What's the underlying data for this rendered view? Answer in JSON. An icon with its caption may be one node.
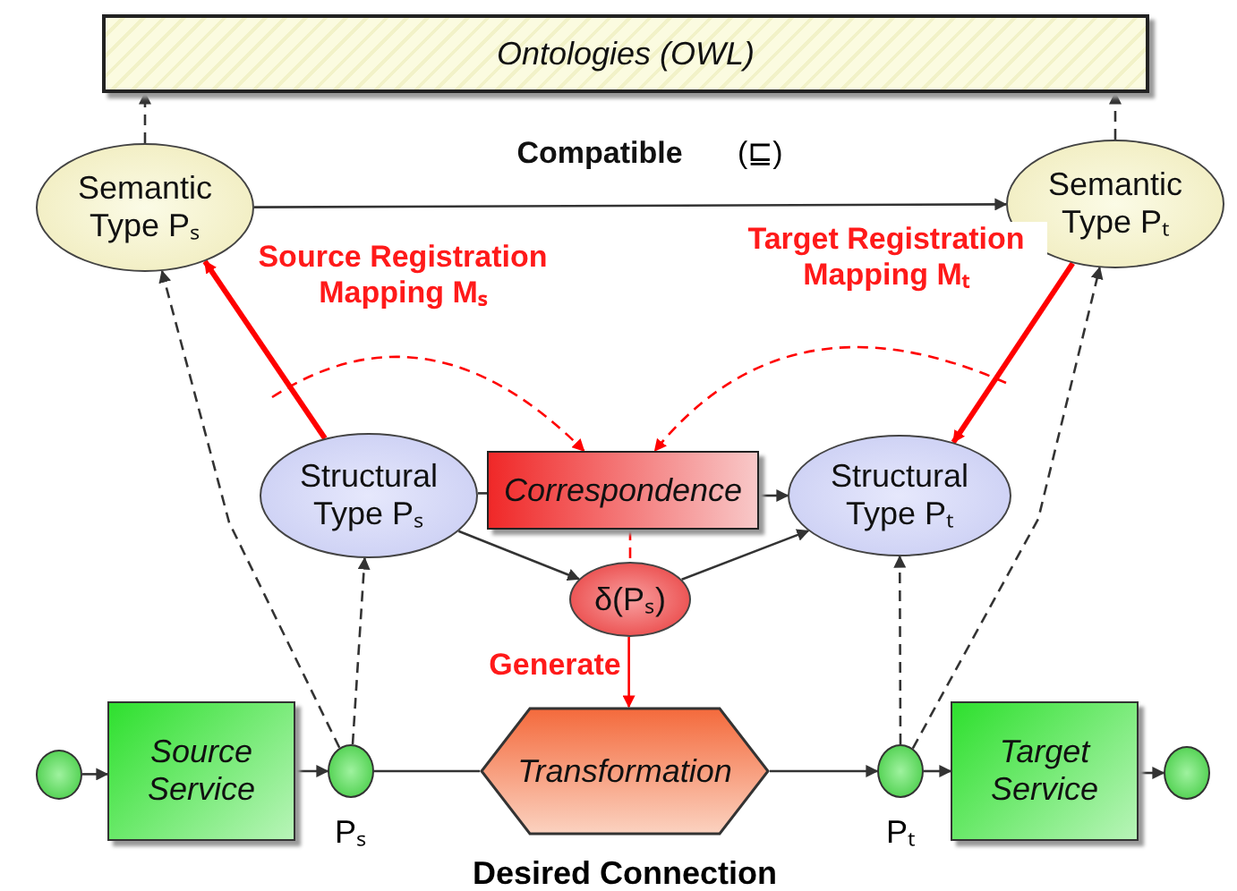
{
  "diagram": {
    "nodes": [
      {
        "text": [
          "Ontologies (OWL)"
        ]
      },
      {
        "text": [
          "Semantic Type Pₛ"
        ]
      },
      {
        "text": [
          "Semantic Type Pₜ"
        ]
      },
      {
        "text": [
          "Structural Type Pₛ"
        ]
      },
      {
        "text": [
          "Correspondence"
        ]
      },
      {
        "text": [
          "Structural Type Pₜ"
        ]
      },
      {
        "text": [
          "δ(Pₛ)"
        ]
      },
      {
        "text": [],
        "shape": "circle"
      },
      {
        "text": [
          "Source Service"
        ]
      },
      {
        "text": [],
        "shape": "circle",
        "beside": [
          "Pₛ"
        ]
      },
      {
        "text": [
          "Transformation"
        ],
        "beside": [
          "Desired Connection"
        ]
      },
      {
        "text": [],
        "shape": "circle",
        "beside": [
          "Pₜ"
        ]
      },
      {
        "text": [
          "Target Service"
        ]
      },
      {
        "text": [],
        "shape": "circle"
      }
    ],
    "edges": [
      {
        "from": 1,
        "to": 0,
        "arrow": "to",
        "style": "dashed"
      },
      {
        "from": 2,
        "to": 0,
        "arrow": "to",
        "style": "dashed"
      },
      {
        "from": 1,
        "to": 2,
        "arrow": "to",
        "label": "Compatible"
      },
      {
        "from": 3,
        "to": 1,
        "arrow": "to",
        "label": "Source Registration Mapping Mₛ",
        "style": "thick",
        "color": "#ff0000"
      },
      {
        "from": null,
        "to": 4,
        "arrow": "to",
        "style": "dashed",
        "color": "#ff0000"
      },
      {
        "from": 2,
        "to": 5,
        "arrow": "to",
        "label": "Target Registration Mapping Mₜ",
        "style": "thick",
        "color": "#ff0000"
      },
      {
        "from": null,
        "to": 4,
        "arrow": "to",
        "style": "dashed",
        "color": "#ff0000"
      },
      {
        "from": 3,
        "to": 4,
        "arrow": "none"
      },
      {
        "from": 4,
        "to": 5,
        "arrow": "to"
      },
      {
        "from": 3,
        "to": 6,
        "arrow": "to"
      },
      {
        "from": 6,
        "to": 5,
        "arrow": "to"
      },
      {
        "from": 4,
        "to": 6,
        "arrow": "none",
        "style": "dashed",
        "color": "#ff0000"
      },
      {
        "from": 6,
        "to": 10,
        "arrow": "to",
        "label": "Generate",
        "color": "#ff0000"
      },
      {
        "from": 9,
        "to": 1,
        "arrow": "to",
        "style": "dashed"
      },
      {
        "from": 9,
        "to": 3,
        "arrow": "to",
        "style": "dashed"
      },
      {
        "from": 11,
        "to": 5,
        "arrow": "to",
        "style": "dashed"
      },
      {
        "from": 11,
        "to": 2,
        "arrow": "to",
        "style": "dashed"
      },
      {
        "from": 7,
        "to": 8,
        "arrow": "to"
      },
      {
        "from": 8,
        "to": 9,
        "arrow": "to"
      },
      {
        "from": 9,
        "to": 10,
        "arrow": "none"
      },
      {
        "from": 10,
        "to": 11,
        "arrow": "to"
      },
      {
        "from": 11,
        "to": 12,
        "arrow": "to"
      },
      {
        "from": 12,
        "to": 13,
        "arrow": "to"
      }
    ],
    "labels": [
      "(⊑)"
    ]
  }
}
